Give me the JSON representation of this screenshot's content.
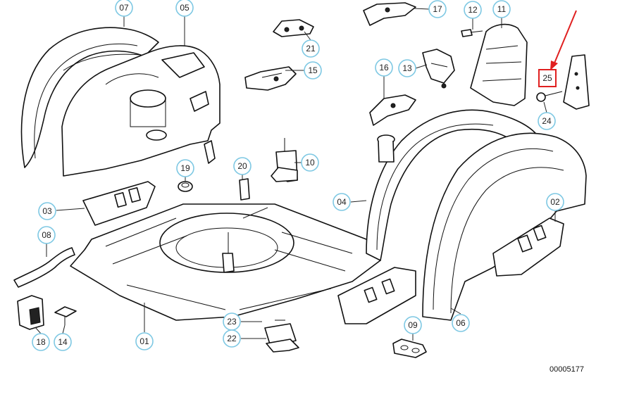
{
  "diagram": {
    "number": "00005177",
    "highlight_color": "#e02020",
    "callout_color": "#7ec8e3",
    "highlighted_part": "25",
    "callouts": [
      "07",
      "05",
      "21",
      "15",
      "17",
      "12",
      "11",
      "16",
      "13",
      "25",
      "24",
      "19",
      "20",
      "10",
      "03",
      "04",
      "02",
      "08",
      "23",
      "22",
      "09",
      "06",
      "18",
      "14",
      "01"
    ]
  }
}
